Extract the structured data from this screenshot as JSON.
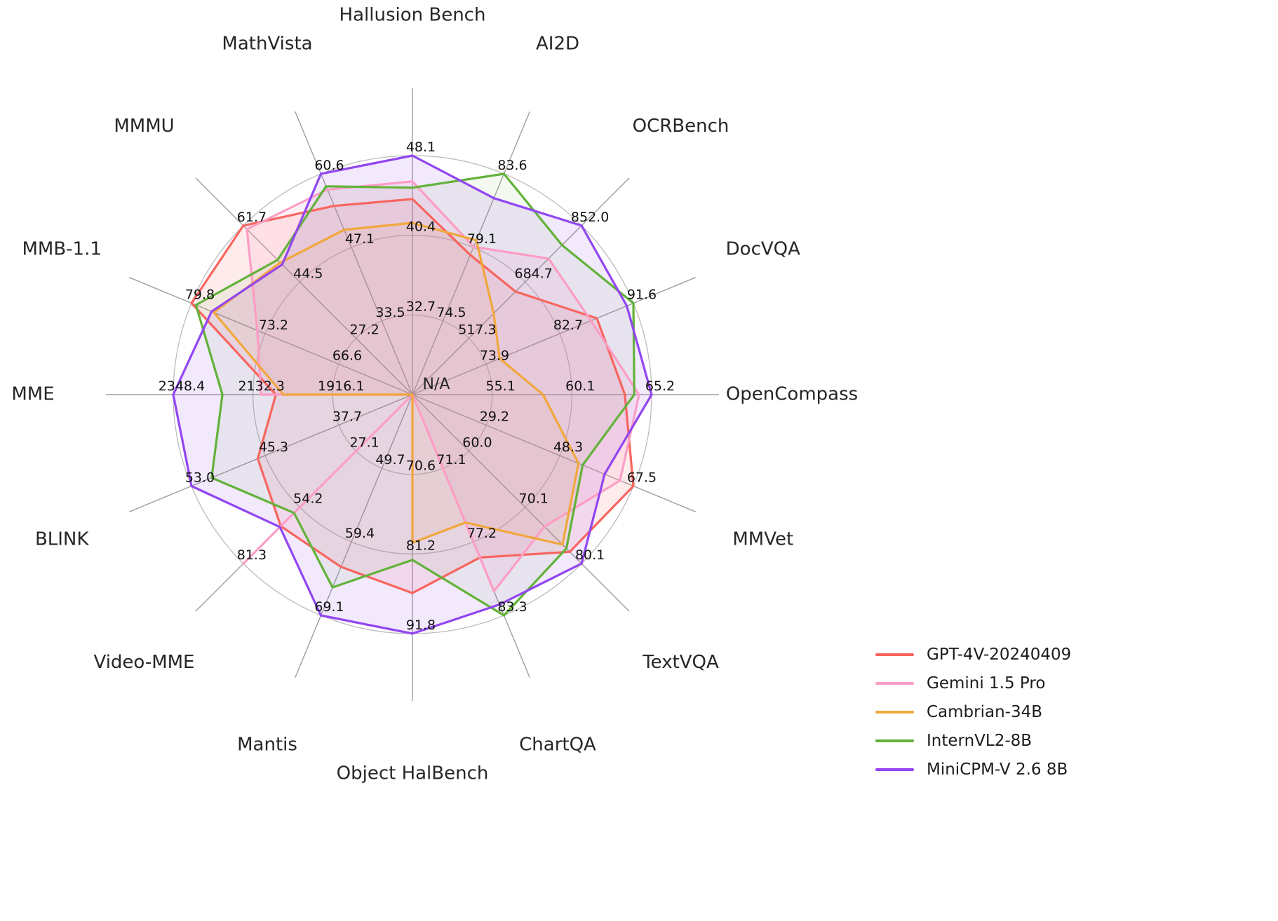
{
  "page": {
    "background": "#ffffff"
  },
  "chart_data": {
    "type": "radar",
    "title": "",
    "center_label": "N/A",
    "layout": {
      "center_x": 588,
      "center_y": 563,
      "outer_radius": 341,
      "spoke_length": 437,
      "axis_label_radius": 541,
      "rings": 3,
      "grid_color": "#bcbcbc",
      "spoke_color": "#9f9f9f",
      "legend_position": "bottom-right",
      "grid_on": true
    },
    "axes": [
      {
        "label": "Hallusion Bench",
        "min": 25.0,
        "max": 48.1,
        "ticks": [
          "32.7",
          "40.4",
          "48.1"
        ]
      },
      {
        "label": "AI2D",
        "min": 70.0,
        "max": 83.6,
        "ticks": [
          "74.5",
          "79.1",
          "83.6"
        ]
      },
      {
        "label": "OCRBench",
        "min": 350.0,
        "max": 852.0,
        "ticks": [
          "517.3",
          "684.7",
          "852.0"
        ]
      },
      {
        "label": "DocVQA",
        "min": 65.0,
        "max": 91.6,
        "ticks": [
          "73.9",
          "82.7",
          "91.6"
        ]
      },
      {
        "label": "OpenCompass",
        "min": 50.0,
        "max": 65.2,
        "ticks": [
          "55.1",
          "60.1",
          "65.2"
        ]
      },
      {
        "label": "MMVet",
        "min": 10.0,
        "max": 67.5,
        "ticks": [
          "29.2",
          "48.3",
          "67.5"
        ]
      },
      {
        "label": "TextVQA",
        "min": 50.0,
        "max": 80.1,
        "ticks": [
          "60.0",
          "70.1",
          "80.1"
        ]
      },
      {
        "label": "ChartQA",
        "min": 65.0,
        "max": 83.3,
        "ticks": [
          "71.1",
          "77.2",
          "83.3"
        ]
      },
      {
        "label": "Object HalBench",
        "min": 60.0,
        "max": 91.8,
        "ticks": [
          "70.6",
          "81.2",
          "91.8"
        ]
      },
      {
        "label": "Mantis",
        "min": 40.0,
        "max": 69.1,
        "ticks": [
          "49.7",
          "59.4",
          "69.1"
        ]
      },
      {
        "label": "Video-MME",
        "min": 0.0,
        "max": 81.3,
        "ticks": [
          "27.1",
          "54.2",
          "81.3"
        ]
      },
      {
        "label": "BLINK",
        "min": 30.0,
        "max": 53.0,
        "ticks": [
          "37.7",
          "45.3",
          "53.0"
        ]
      },
      {
        "label": "MME",
        "min": 1700.0,
        "max": 2348.4,
        "ticks": [
          "1916.1",
          "2132.3",
          "2348.4"
        ]
      },
      {
        "label": "MMB-1.1",
        "min": 60.0,
        "max": 79.8,
        "ticks": [
          "66.6",
          "73.2",
          "79.8"
        ]
      },
      {
        "label": "MMMU",
        "min": 10.0,
        "max": 61.7,
        "ticks": [
          "27.2",
          "44.5",
          "61.7"
        ]
      },
      {
        "label": "MathVista",
        "min": 20.0,
        "max": 60.6,
        "ticks": [
          "33.5",
          "47.1",
          "60.6"
        ]
      }
    ],
    "series": [
      {
        "name": "GPT-4V-20240409",
        "color": "#f8655f",
        "fill_opacity": 0.12,
        "values": [
          43.9,
          78.6,
          656,
          87.2,
          63.5,
          67.5,
          78.0,
          78.5,
          86.4,
          62.7,
          63.3,
          46.1,
          2070.2,
          79.8,
          61.7,
          54.7
        ]
      },
      {
        "name": "Gemini 1.5 Pro",
        "color": "#fc9dc5",
        "fill_opacity": 0.15,
        "values": [
          45.6,
          79.1,
          754,
          86.5,
          64.4,
          64.0,
          73.5,
          81.3,
          null,
          null,
          81.3,
          null,
          2110.6,
          73.9,
          60.6,
          57.7
        ]
      },
      {
        "name": "Cambrian-34B",
        "color": "#f1a73c",
        "fill_opacity": 0.08,
        "values": [
          41.6,
          79.5,
          591,
          75.5,
          58.3,
          53.2,
          76.7,
          75.6,
          79.7,
          null,
          null,
          null,
          2049.9,
          77.8,
          50.4,
          50.3
        ]
      },
      {
        "name": "InternVL2-8B",
        "color": "#63b23a",
        "fill_opacity": 0.08,
        "values": [
          45.0,
          83.6,
          794,
          91.6,
          64.1,
          54.3,
          77.4,
          83.3,
          82.0,
          65.4,
          56.9,
          50.9,
          2215.1,
          79.4,
          51.2,
          58.3
        ]
      },
      {
        "name": "MiniCPM-V 2.6 8B",
        "color": "#9246f0",
        "fill_opacity": 0.12,
        "values": [
          48.1,
          82.1,
          852,
          90.8,
          65.2,
          60.0,
          80.1,
          82.4,
          91.8,
          69.1,
          63.7,
          53.0,
          2348.4,
          78.0,
          49.8,
          60.6
        ]
      }
    ]
  }
}
